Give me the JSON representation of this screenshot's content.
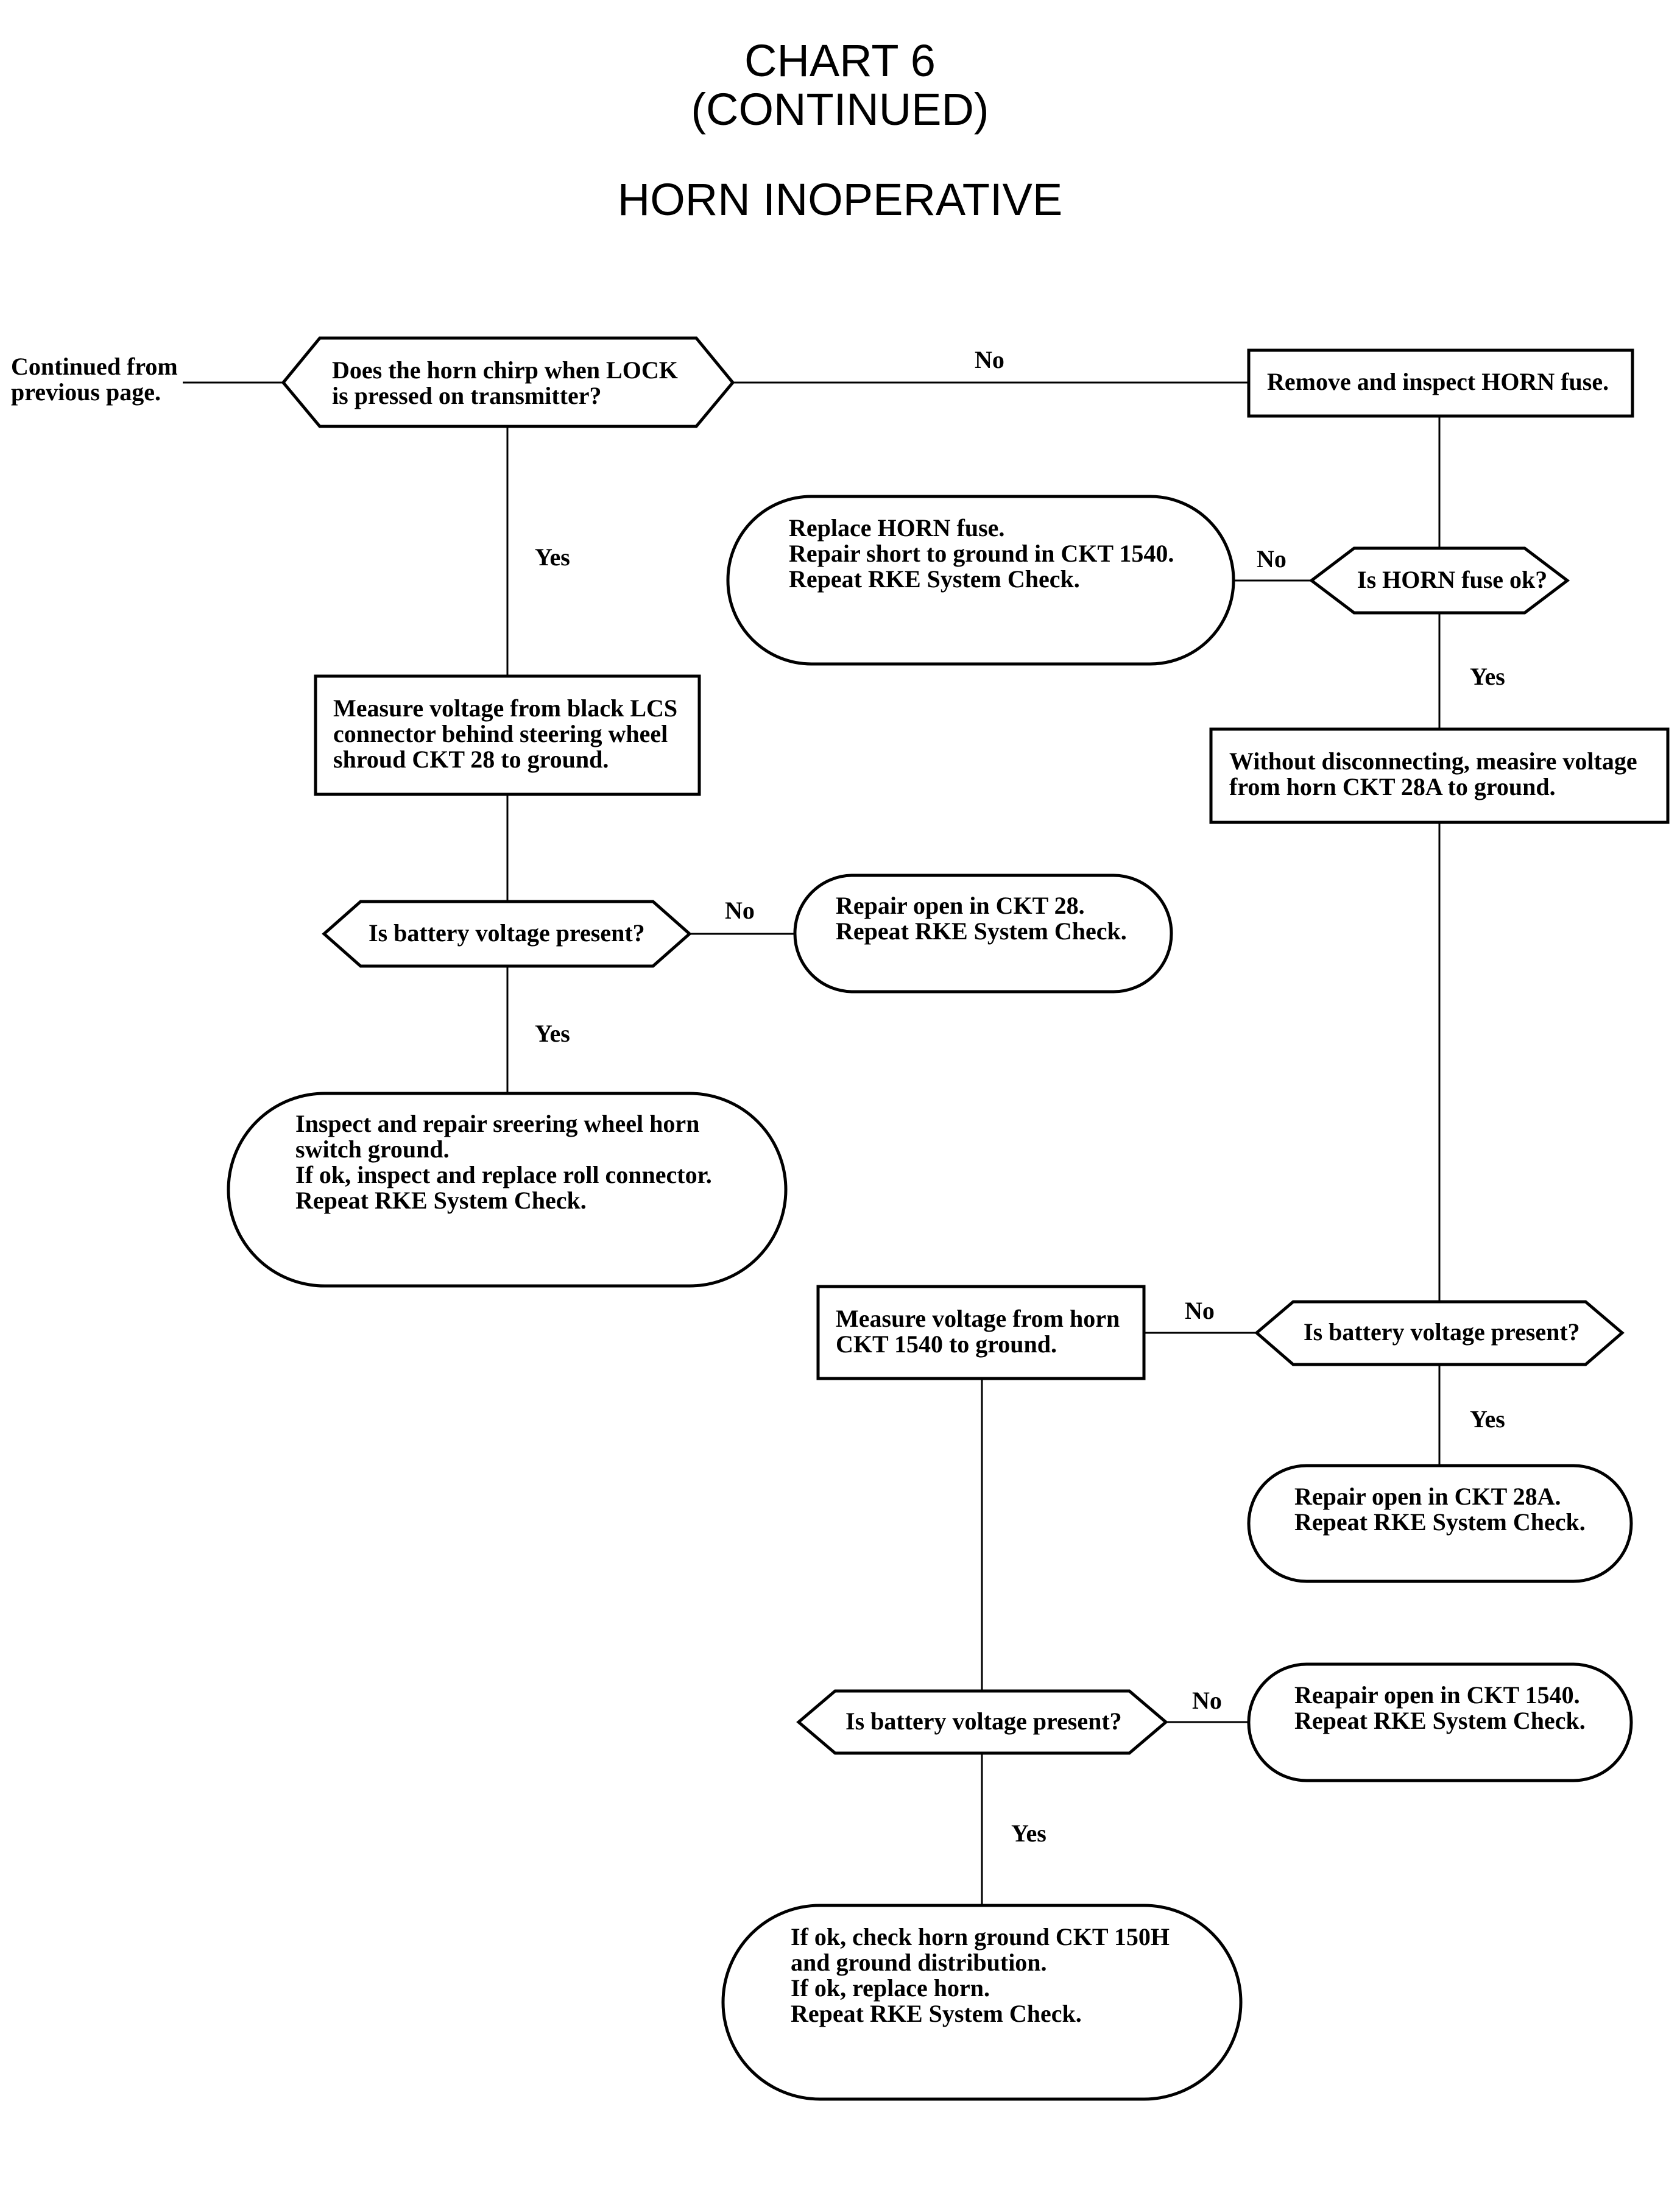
{
  "header": {
    "title_line1": "CHART 6",
    "title_line2": "(CONTINUED)",
    "subtitle": "HORN INOPERATIVE"
  },
  "flowchart": {
    "continued_from": [
      "Continued from",
      "previous page."
    ],
    "nodes": {
      "q_horn_chirp": [
        "Does the horn chirp when LOCK",
        "is pressed on transmitter?"
      ],
      "remove_fuse": [
        "Remove and inspect HORN fuse."
      ],
      "replace_fuse": [
        "Replace HORN fuse.",
        "",
        "Repair short to ground in CKT 1540.",
        "",
        "Repeat RKE System Check."
      ],
      "q_fuse_ok": [
        "Is HORN fuse ok?"
      ],
      "measure_lcs": [
        "Measure voltage from black LCS",
        "connector behind steering wheel",
        "shroud CKT 28 to ground."
      ],
      "measure_28a": [
        "Without disconnecting, measire voltage",
        "from horn CKT 28A to ground."
      ],
      "q_batt_1": [
        "Is battery voltage present?"
      ],
      "repair_28": [
        "Repair open in CKT 28.",
        "",
        "Repeat RKE System Check."
      ],
      "inspect_ground": [
        "Inspect and repair sreering wheel horn",
        "switch ground.",
        "",
        "If ok, inspect and replace roll connector.",
        "",
        "Repeat RKE System Check."
      ],
      "measure_1540": [
        "Measure voltage from horn",
        "CKT 1540 to ground."
      ],
      "q_batt_2": [
        "Is battery voltage present?"
      ],
      "repair_28a": [
        "Repair open in CKT 28A.",
        "",
        "Repeat RKE System Check."
      ],
      "q_batt_3": [
        "Is battery voltage present?"
      ],
      "repair_1540": [
        "Reapair open in CKT 1540.",
        "",
        "Repeat RKE System Check."
      ],
      "final_check": [
        "If ok, check horn ground CKT 150H",
        "and ground distribution.",
        "",
        "If ok, replace horn.",
        "",
        "Repeat RKE System Check."
      ]
    },
    "edge_labels": {
      "yes": "Yes",
      "no": "No"
    }
  }
}
